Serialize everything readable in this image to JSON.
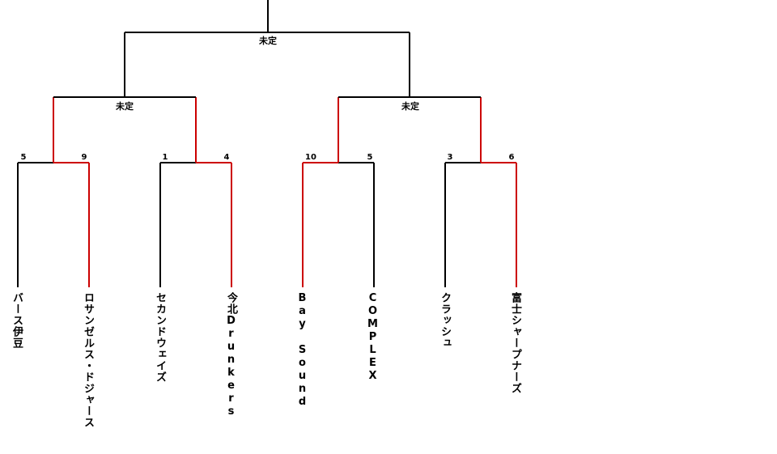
{
  "colors": {
    "line": "#000000",
    "winner_line": "#cc0000",
    "text": "#000000"
  },
  "final": {
    "label": "未定"
  },
  "semifinals": [
    {
      "label": "未定"
    },
    {
      "label": "未定"
    }
  ],
  "first_round": [
    {
      "top": {
        "name": "バース伊豆",
        "score": "5"
      },
      "bottom": {
        "name": "ロサンゼルス・ドジャース",
        "score": "9"
      },
      "winner": "bottom"
    },
    {
      "top": {
        "name": "セカンドウェイズ",
        "score": "1"
      },
      "bottom": {
        "name": "今北Drunkers",
        "score": "4"
      },
      "winner": "bottom"
    },
    {
      "top": {
        "name": "Bay Sound",
        "score": "10"
      },
      "bottom": {
        "name": "COMPLEX",
        "score": "5"
      },
      "winner": "top"
    },
    {
      "top": {
        "name": "クラッシュ",
        "score": "3"
      },
      "bottom": {
        "name": "富士シャープナーズ",
        "score": "6"
      },
      "winner": "bottom"
    }
  ]
}
